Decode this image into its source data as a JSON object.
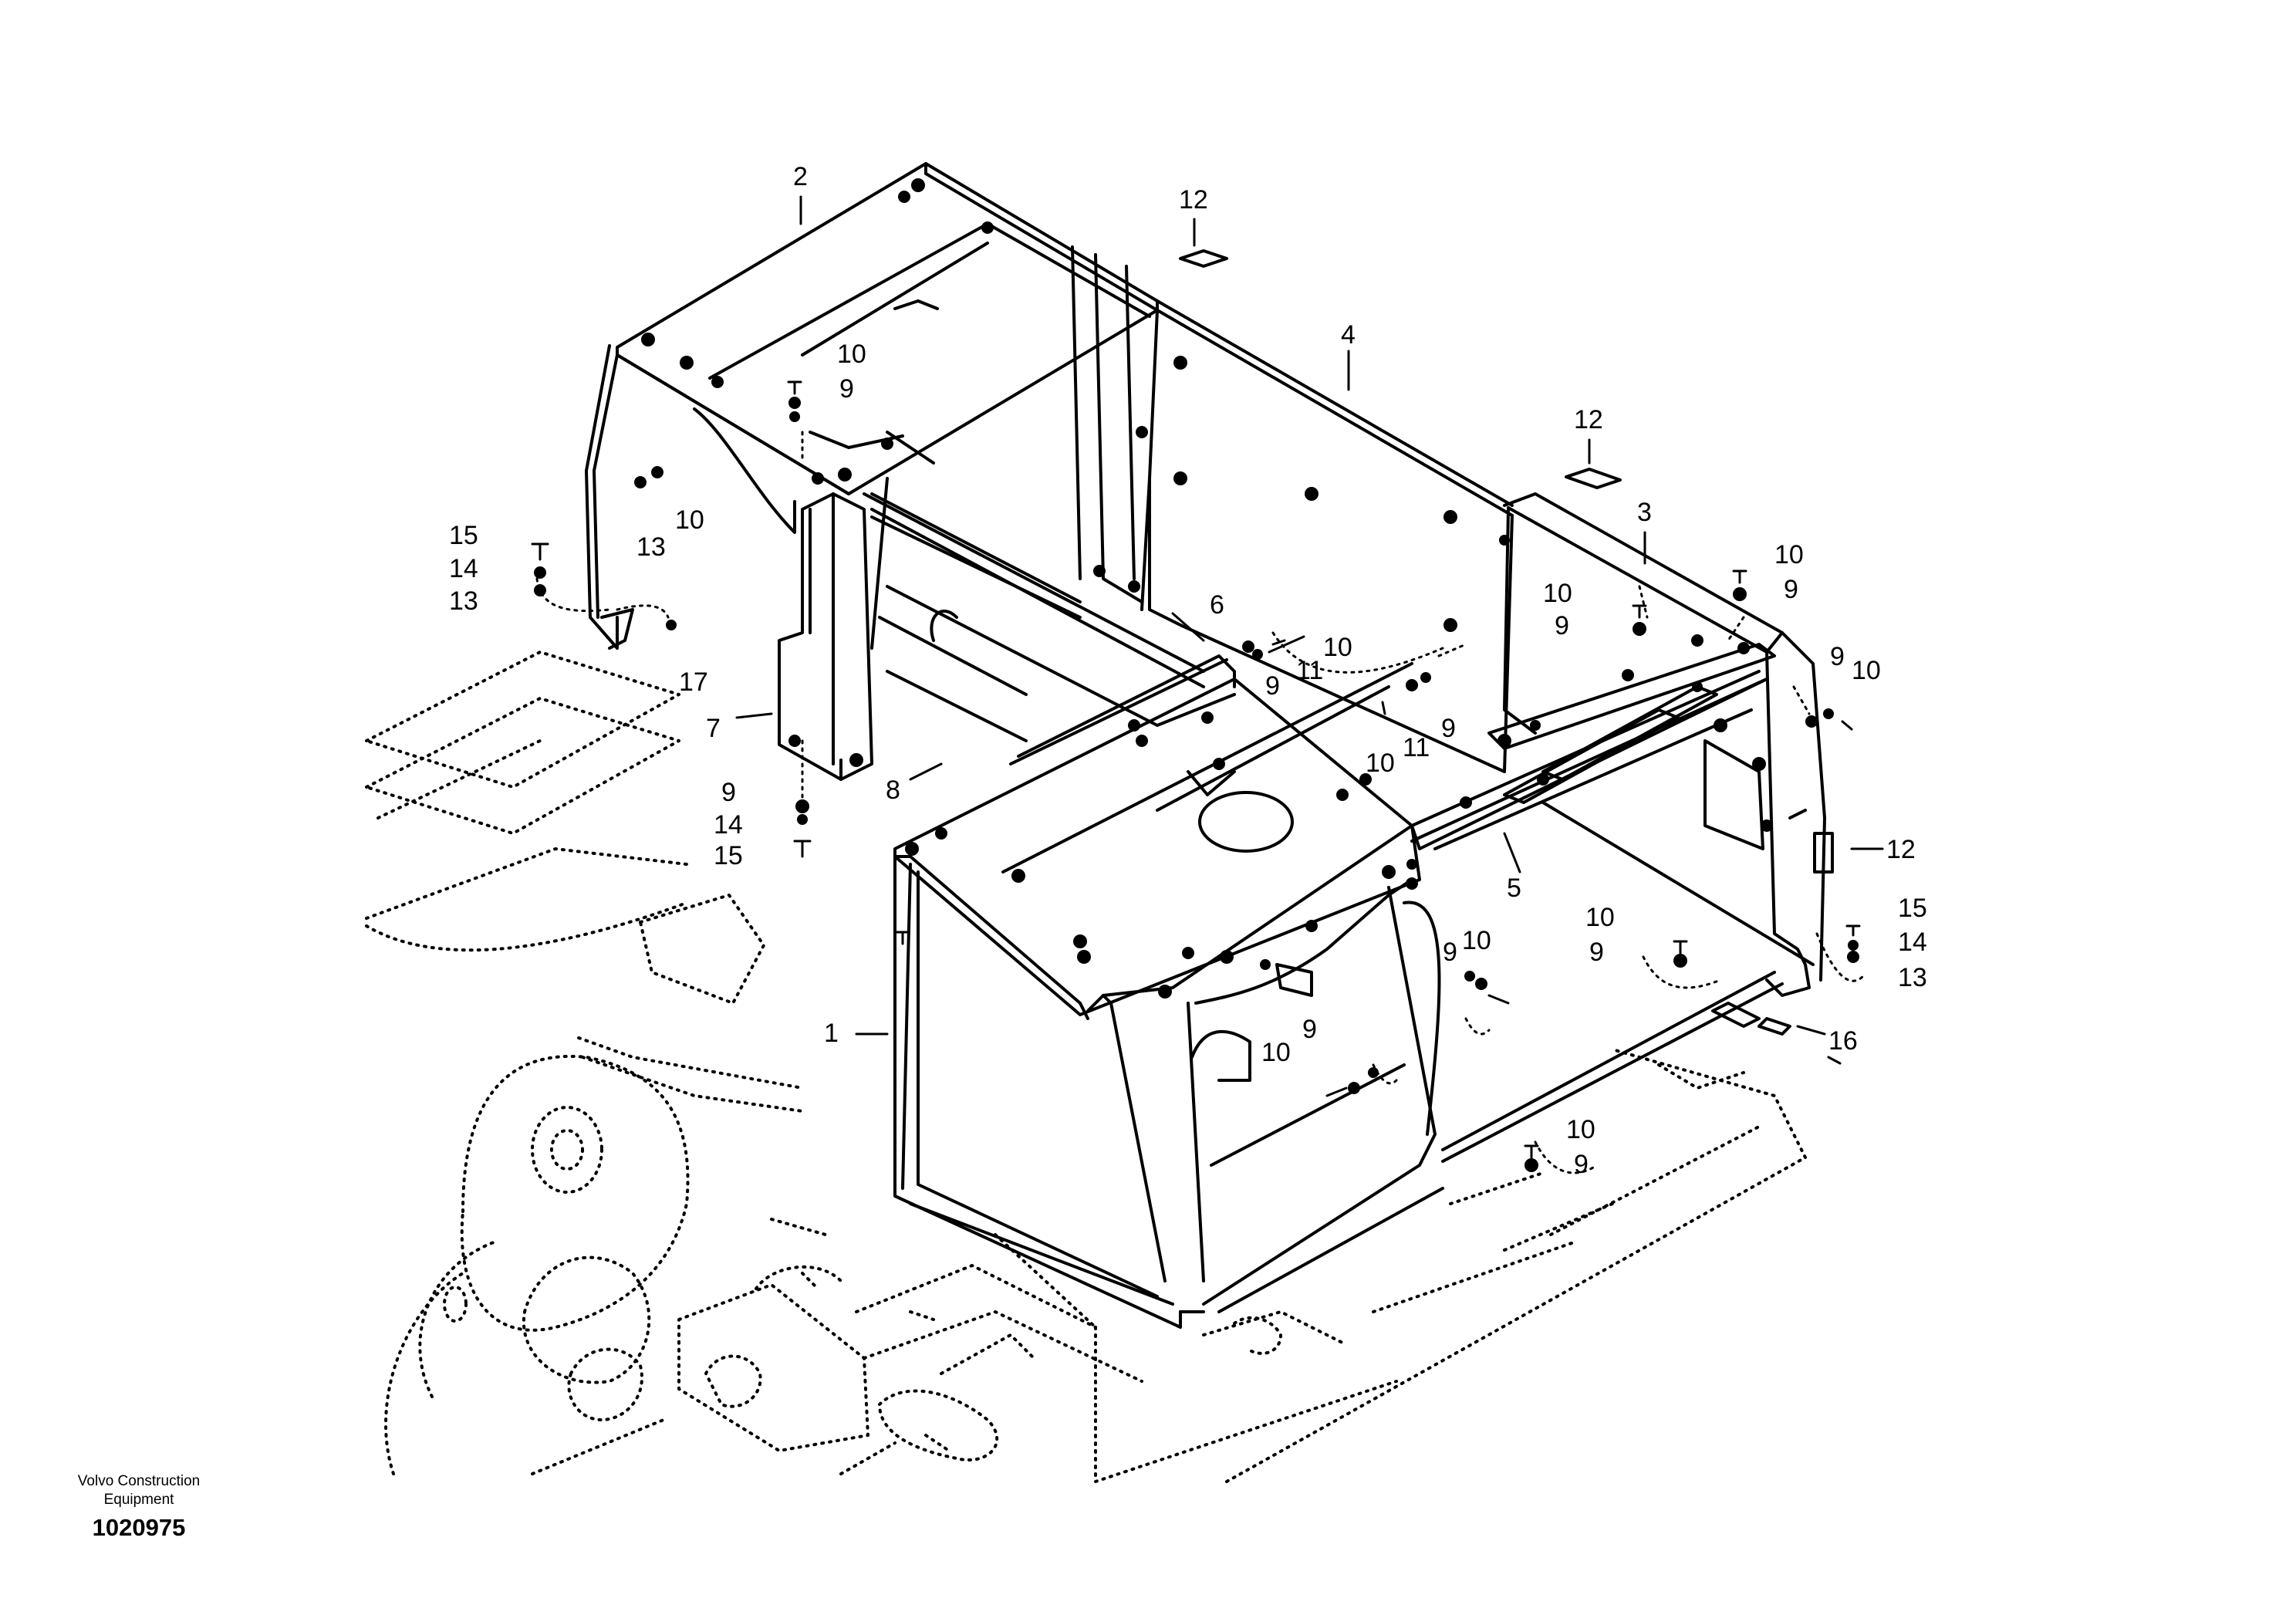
{
  "footer": {
    "manufacturer_line1": "Volvo Construction",
    "manufacturer_line2": "Equipment",
    "drawing_number": "1020975"
  },
  "callouts": [
    {
      "id": "c-2",
      "text": "2"
    },
    {
      "id": "c-12a",
      "text": "12"
    },
    {
      "id": "c-4",
      "text": "4"
    },
    {
      "id": "c-12b",
      "text": "12"
    },
    {
      "id": "c-3",
      "text": "3"
    },
    {
      "id": "c-10a",
      "text": "10"
    },
    {
      "id": "c-9a",
      "text": "9"
    },
    {
      "id": "c-10b",
      "text": "10"
    },
    {
      "id": "c-13a",
      "text": "13"
    },
    {
      "id": "c-15a",
      "text": "15"
    },
    {
      "id": "c-14a",
      "text": "14"
    },
    {
      "id": "c-13b",
      "text": "13"
    },
    {
      "id": "c-17",
      "text": "17"
    },
    {
      "id": "c-7",
      "text": "7"
    },
    {
      "id": "c-6",
      "text": "6"
    },
    {
      "id": "c-10c",
      "text": "10"
    },
    {
      "id": "c-11a",
      "text": "11"
    },
    {
      "id": "c-9b",
      "text": "9"
    },
    {
      "id": "c-10d",
      "text": "10"
    },
    {
      "id": "c-11b",
      "text": "11"
    },
    {
      "id": "c-9c",
      "text": "9"
    },
    {
      "id": "c-8",
      "text": "8"
    },
    {
      "id": "c-9d",
      "text": "9"
    },
    {
      "id": "c-14b",
      "text": "14"
    },
    {
      "id": "c-15b",
      "text": "15"
    },
    {
      "id": "c-10e",
      "text": "10"
    },
    {
      "id": "c-9e",
      "text": "9"
    },
    {
      "id": "c-10f",
      "text": "10"
    },
    {
      "id": "c-9f",
      "text": "9"
    },
    {
      "id": "c-9g",
      "text": "9"
    },
    {
      "id": "c-10g",
      "text": "10"
    },
    {
      "id": "c-5",
      "text": "5"
    },
    {
      "id": "c-12c",
      "text": "12"
    },
    {
      "id": "c-15c",
      "text": "15"
    },
    {
      "id": "c-14c",
      "text": "14"
    },
    {
      "id": "c-13c",
      "text": "13"
    },
    {
      "id": "c-10h",
      "text": "10"
    },
    {
      "id": "c-9h",
      "text": "9"
    },
    {
      "id": "c-9i",
      "text": "9"
    },
    {
      "id": "c-10i",
      "text": "10"
    },
    {
      "id": "c-16",
      "text": "16"
    },
    {
      "id": "c-1",
      "text": "1"
    },
    {
      "id": "c-10j",
      "text": "10"
    },
    {
      "id": "c-9j",
      "text": "9"
    },
    {
      "id": "c-10k",
      "text": "10"
    },
    {
      "id": "c-9k",
      "text": "9"
    }
  ]
}
